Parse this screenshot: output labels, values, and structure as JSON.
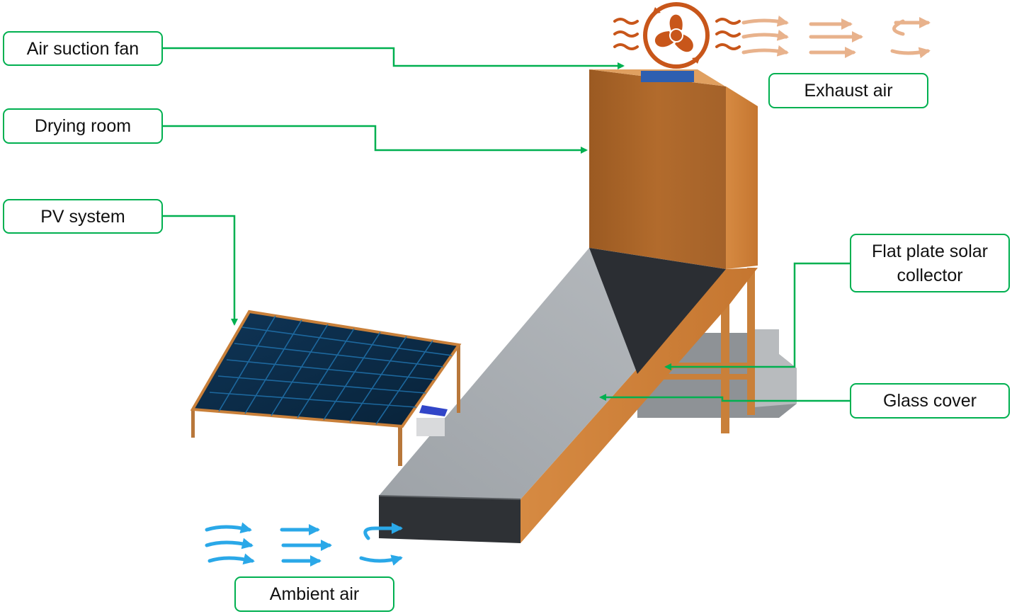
{
  "labels": {
    "air_suction_fan": "Air suction fan",
    "drying_room": "Drying room",
    "pv_system": "PV system",
    "exhaust_air": "Exhaust air",
    "flat_plate_line1": "Flat plate solar",
    "flat_plate_line2": "collector",
    "glass_cover": "Glass cover",
    "ambient_air": "Ambient air"
  },
  "colors": {
    "leader_line": "#00b050",
    "wood": "#c97a35",
    "exhaust_arrows": "#e8b28c",
    "ambient_arrows": "#2aa8e8",
    "fan": "#c8561a",
    "glass": "#a6abb0",
    "pv_panel": "#0b2a45"
  }
}
